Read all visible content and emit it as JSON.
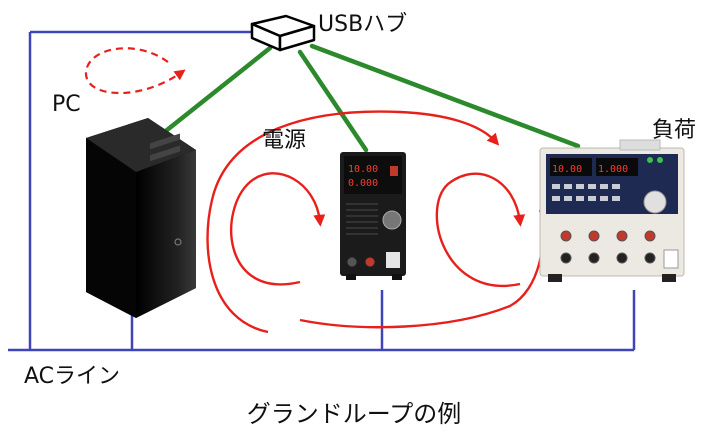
{
  "labels": {
    "usb_hub": "USBハブ",
    "pc": "PC",
    "power_supply": "電源",
    "load": "負荷",
    "ac_line": "ACライン"
  },
  "caption": "グランドループの例",
  "psu_display": {
    "upper": "10.00",
    "lower": "0.000"
  },
  "load_display": {
    "left": "10.00",
    "right": "1.000"
  },
  "colors": {
    "ac_wire": "#3f44b8",
    "usb_cable": "#2c8a2c",
    "loop_arrow": "#e8201c",
    "device_black": "#141414",
    "device_white": "#ece9e3"
  },
  "icons": [
    "usb-hub-icon",
    "pc-tower-icon",
    "power-supply-icon",
    "electronic-load-icon"
  ]
}
